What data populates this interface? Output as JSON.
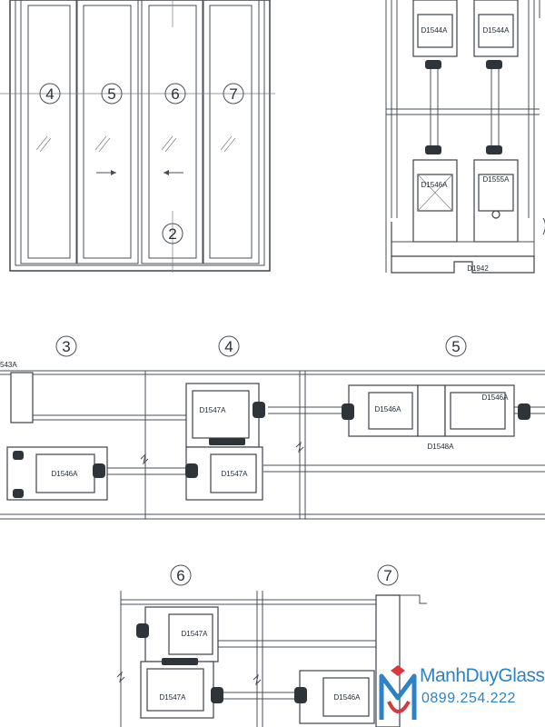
{
  "elevation": {
    "callouts": [
      "4",
      "5",
      "6",
      "7",
      "2"
    ]
  },
  "sections": {
    "top_right": [
      "D1544A",
      "D1544A",
      "D1546A",
      "D1555A",
      "D1942"
    ],
    "mid_callouts": [
      "3",
      "4",
      "5"
    ],
    "mid_partial_label": "543A",
    "mid_profiles": [
      "D1546A",
      "D1547A",
      "D1547A",
      "D1546A",
      "D1546A",
      "D1548A"
    ],
    "bottom_callouts": [
      "6",
      "7"
    ],
    "bottom_profiles": [
      "D1547A",
      "D1547A",
      "D1546A"
    ]
  },
  "watermark": {
    "brand": "ManhDuyGlass",
    "phone": "0899.254.222",
    "colors": {
      "brand_blue": "#2d83c4",
      "logo_red": "#d9363e"
    }
  }
}
